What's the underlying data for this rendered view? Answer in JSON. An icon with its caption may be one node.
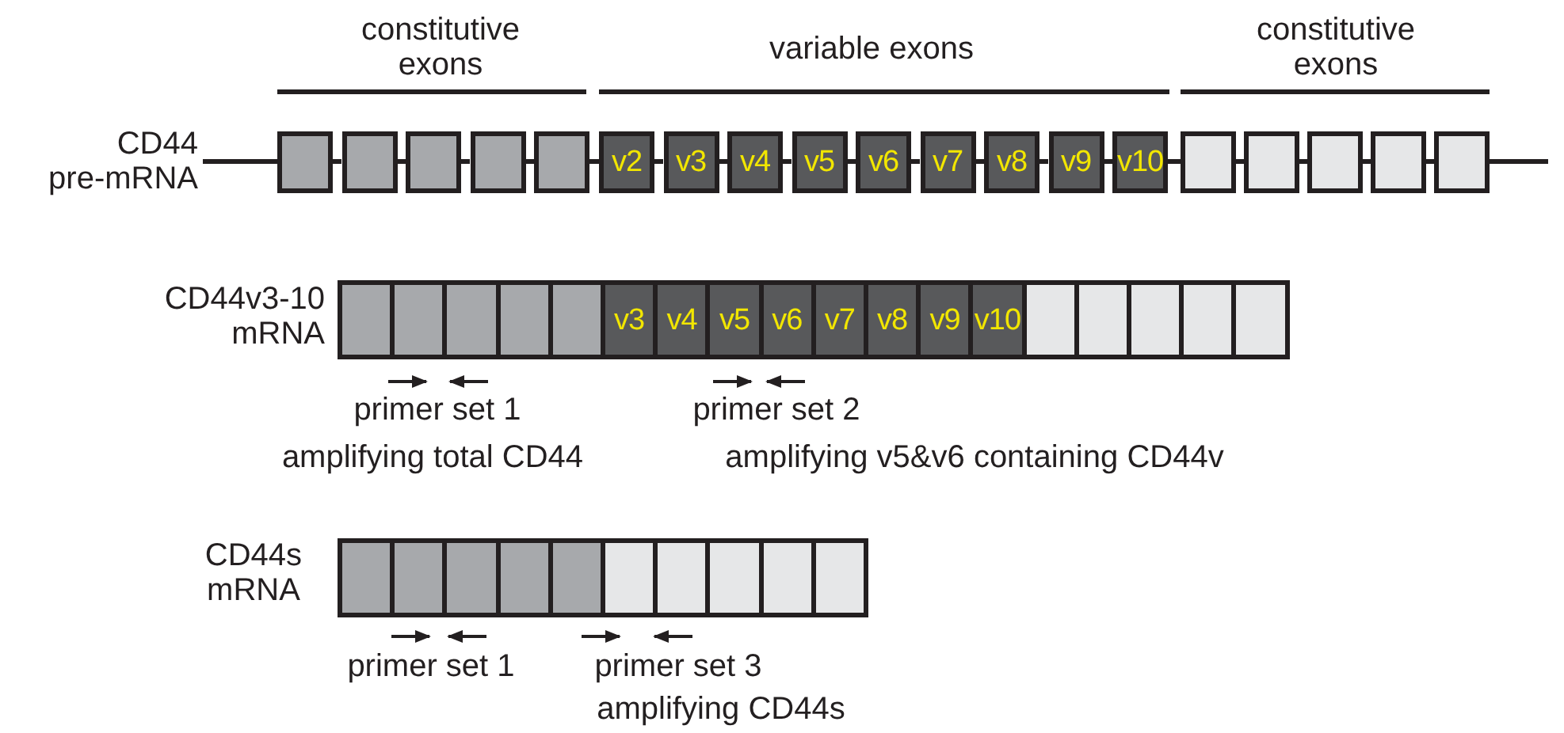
{
  "diagram": {
    "nodes": [
      {
        "text": [
          "CD44 pre-mRNA"
        ]
      },
      {
        "text": [],
        "shape": "box"
      },
      {
        "text": [],
        "shape": "box"
      },
      {
        "text": [],
        "shape": "box"
      },
      {
        "text": [],
        "shape": "box"
      },
      {
        "text": [],
        "shape": "box"
      },
      {
        "text": [
          "v2"
        ]
      },
      {
        "text": [
          "v3"
        ]
      },
      {
        "text": [
          "v4"
        ]
      },
      {
        "text": [
          "v5"
        ]
      },
      {
        "text": [
          "v6"
        ]
      },
      {
        "text": [
          "v7"
        ]
      },
      {
        "text": [
          "v8"
        ]
      },
      {
        "text": [
          "v9"
        ]
      },
      {
        "text": [
          "v10"
        ]
      },
      {
        "text": [],
        "shape": "box"
      },
      {
        "text": [],
        "shape": "box"
      },
      {
        "text": [],
        "shape": "box"
      },
      {
        "text": [],
        "shape": "box"
      },
      {
        "text": [],
        "shape": "box"
      },
      {
        "text": [],
        "shape": "box"
      },
      {
        "text": [],
        "shape": "box"
      },
      {
        "text": [],
        "shape": "box"
      },
      {
        "text": [],
        "shape": "box"
      },
      {
        "text": [],
        "shape": "box"
      },
      {
        "text": [
          "v3"
        ]
      },
      {
        "text": [
          "v4"
        ]
      },
      {
        "text": [
          "v5"
        ]
      },
      {
        "text": [
          "v6"
        ]
      },
      {
        "text": [
          "v7"
        ]
      },
      {
        "text": [
          "v8"
        ]
      },
      {
        "text": [
          "v9"
        ]
      },
      {
        "text": [
          "v10"
        ]
      },
      {
        "text": [],
        "shape": "box"
      },
      {
        "text": [],
        "shape": "box"
      },
      {
        "text": [],
        "shape": "box"
      },
      {
        "text": [],
        "shape": "box"
      },
      {
        "text": [],
        "shape": "box"
      },
      {
        "text": [],
        "shape": "box"
      },
      {
        "text": [],
        "shape": "box"
      },
      {
        "text": [],
        "shape": "box"
      },
      {
        "text": [],
        "shape": "box"
      },
      {
        "text": [],
        "shape": "box"
      },
      {
        "text": [],
        "shape": "box"
      },
      {
        "text": [],
        "shape": "box"
      },
      {
        "text": [],
        "shape": "box"
      },
      {
        "text": [],
        "shape": "box"
      },
      {
        "text": [],
        "shape": "box"
      }
    ],
    "edges": [
      {
        "from": 0,
        "to": 1,
        "arrow": "none"
      },
      {
        "from": 1,
        "to": 2,
        "arrow": "none"
      },
      {
        "from": 2,
        "to": 3,
        "arrow": "none"
      },
      {
        "from": 3,
        "to": 4,
        "arrow": "none"
      },
      {
        "from": 4,
        "to": 5,
        "arrow": "none"
      },
      {
        "from": 5,
        "to": 6,
        "arrow": "none"
      },
      {
        "from": 6,
        "to": 7,
        "arrow": "none"
      },
      {
        "from": 7,
        "to": 8,
        "arrow": "none"
      },
      {
        "from": 8,
        "to": 9,
        "arrow": "none"
      },
      {
        "from": 9,
        "to": 10,
        "arrow": "none"
      },
      {
        "from": 10,
        "to": 11,
        "arrow": "none"
      },
      {
        "from": 11,
        "to": 12,
        "arrow": "none"
      },
      {
        "from": 12,
        "to": 13,
        "arrow": "none"
      },
      {
        "from": 13,
        "to": 14,
        "arrow": "none"
      },
      {
        "from": 14,
        "to": 15,
        "arrow": "none"
      },
      {
        "from": 15,
        "to": 16,
        "arrow": "none"
      },
      {
        "from": 16,
        "to": 17,
        "arrow": "none"
      },
      {
        "from": 17,
        "to": 18,
        "arrow": "none"
      },
      {
        "from": 18,
        "to": 19,
        "arrow": "none"
      },
      {
        "from": 19,
        "to": null,
        "arrow": "none"
      }
    ],
    "labels": [
      "constitutive exons",
      "variable exons",
      "constitutive exons",
      "CD44v3-10 mRNA",
      "primer set 1",
      "primer set 2",
      "amplifying total CD44",
      "amplifying v5&v6 containing CD44v",
      "CD44s mRNA",
      "primer set 1",
      "primer set 3",
      "amplifying CD44s"
    ]
  }
}
